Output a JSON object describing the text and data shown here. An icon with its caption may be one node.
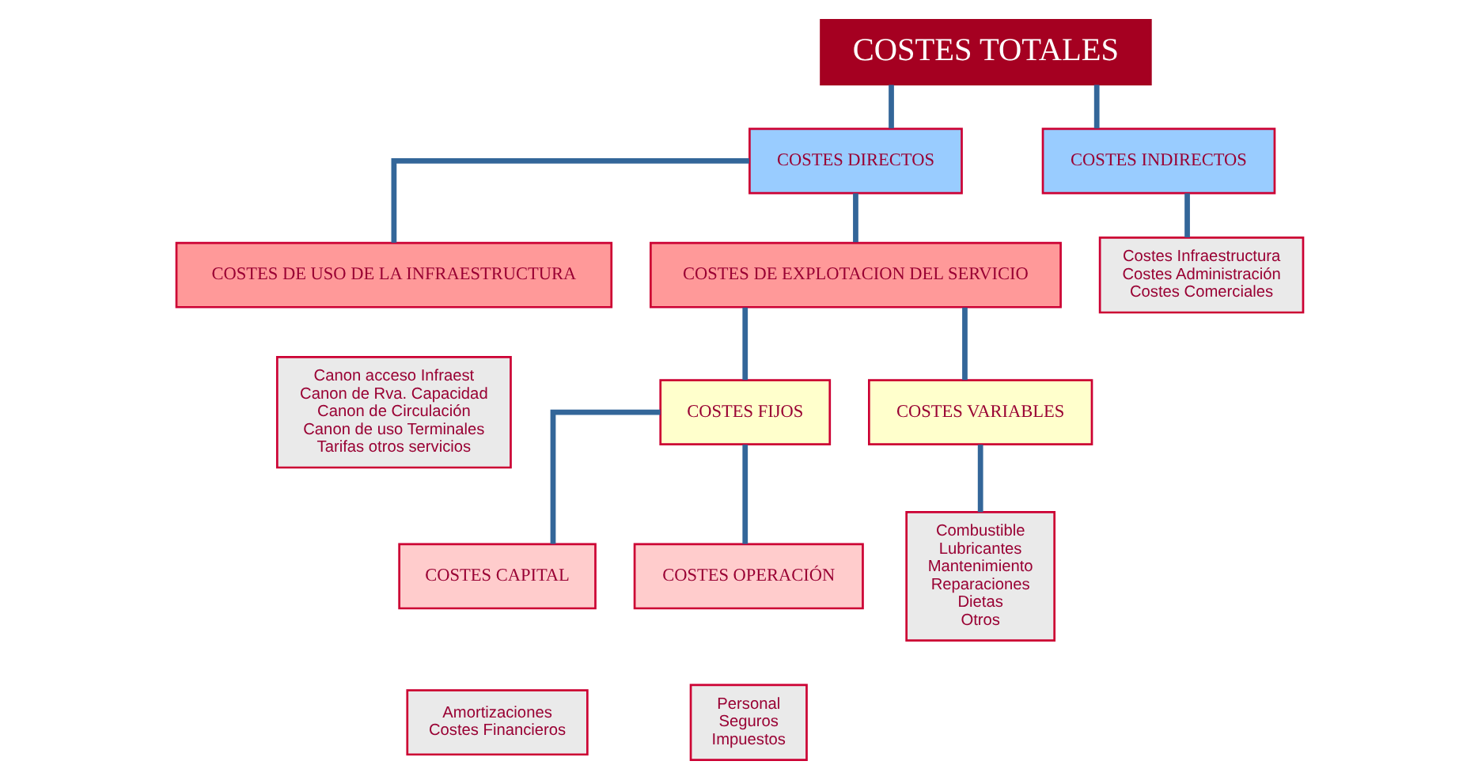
{
  "diagram": {
    "nodes": [
      {
        "text": [
          "COSTES TOTALES"
        ]
      },
      {
        "text": [
          "COSTES DIRECTOS"
        ]
      },
      {
        "text": [
          "COSTES INDIRECTOS"
        ]
      },
      {
        "text": [
          "COSTES DE USO DE LA INFRAESTRUCTURA"
        ]
      },
      {
        "text": [
          "COSTES DE EXPLOTACION DEL SERVICIO"
        ]
      },
      {
        "text": [
          "Costes Infraestructura",
          "Costes Administración",
          "Costes Comerciales"
        ]
      },
      {
        "text": [
          "Canon acceso Infraest",
          "Canon de Rva. Capacidad",
          "Canon de Circulación",
          "Canon de uso Terminales",
          "Tarifas otros servicios"
        ]
      },
      {
        "text": [
          "COSTES FIJOS"
        ]
      },
      {
        "text": [
          "COSTES VARIABLES"
        ]
      },
      {
        "text": [
          "COSTES CAPITAL"
        ]
      },
      {
        "text": [
          "COSTES OPERACIÓN"
        ]
      },
      {
        "text": [
          "Amortizaciones",
          "Costes Financieros"
        ]
      },
      {
        "text": [
          "Personal",
          "Seguros",
          "Impuestos"
        ]
      },
      {
        "text": [
          "Combustible",
          "Lubricantes",
          "Mantenimiento",
          "Reparaciones",
          "Dietas",
          "Otros"
        ]
      }
    ],
    "edges": [
      {
        "from": 0,
        "to": 1,
        "arrow": "none"
      },
      {
        "from": 0,
        "to": 2,
        "arrow": "none"
      },
      {
        "from": 1,
        "to": 3,
        "arrow": "none"
      },
      {
        "from": 1,
        "to": 4,
        "arrow": "none"
      },
      {
        "from": 2,
        "to": 5,
        "arrow": "none"
      },
      {
        "from": 4,
        "to": 7,
        "arrow": "none"
      },
      {
        "from": 4,
        "to": 8,
        "arrow": "none"
      },
      {
        "from": 7,
        "to": 9,
        "arrow": "none"
      },
      {
        "from": 7,
        "to": 10,
        "arrow": "none"
      },
      {
        "from": 8,
        "to": 13,
        "arrow": "none"
      }
    ]
  }
}
